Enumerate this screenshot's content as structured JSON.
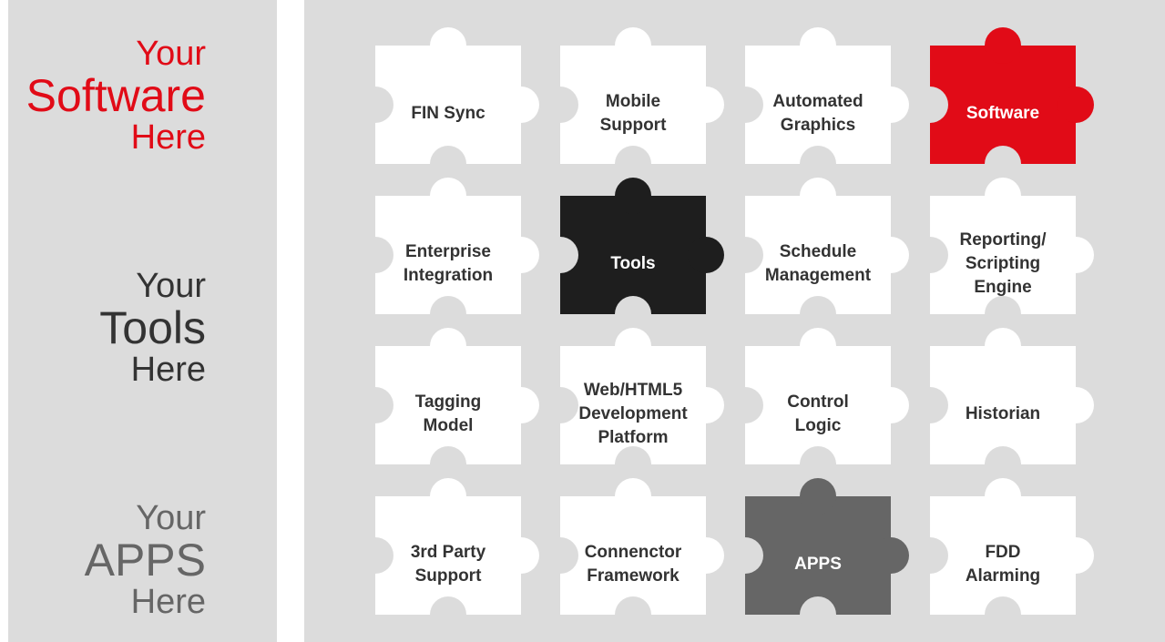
{
  "colors": {
    "background_panel": "#dcdcdc",
    "accent_red": "#e10b17",
    "tile_white": "#ffffff",
    "tile_black": "#1e1e1e",
    "tile_gray": "#666666",
    "tile_text": "#333333"
  },
  "headings": {
    "software": {
      "line1": "Your",
      "line2": "Software",
      "line3": "Here"
    },
    "tools": {
      "line1": "Your",
      "line2": "Tools",
      "line3": "Here"
    },
    "apps": {
      "line1": "Your",
      "line2": "APPS",
      "line3": "Here"
    }
  },
  "tiles": [
    {
      "label": "FIN Sync",
      "style": "white"
    },
    {
      "label": "Mobile\nSupport",
      "style": "white"
    },
    {
      "label": "Automated\nGraphics",
      "style": "white"
    },
    {
      "label": "Software",
      "style": "red"
    },
    {
      "label": "Enterprise\nIntegration",
      "style": "white"
    },
    {
      "label": "Tools",
      "style": "black"
    },
    {
      "label": "Schedule\nManagement",
      "style": "white"
    },
    {
      "label": "Reporting/\nScripting\nEngine",
      "style": "white"
    },
    {
      "label": "Tagging\nModel",
      "style": "white"
    },
    {
      "label": "Web/HTML5\nDevelopment\nPlatform",
      "style": "white"
    },
    {
      "label": "Control\nLogic",
      "style": "white"
    },
    {
      "label": "Historian",
      "style": "white"
    },
    {
      "label": "3rd Party\nSupport",
      "style": "white"
    },
    {
      "label": "Connenctor\nFramework",
      "style": "white"
    },
    {
      "label": "APPS",
      "style": "gray"
    },
    {
      "label": "FDD\nAlarming",
      "style": "white"
    }
  ]
}
